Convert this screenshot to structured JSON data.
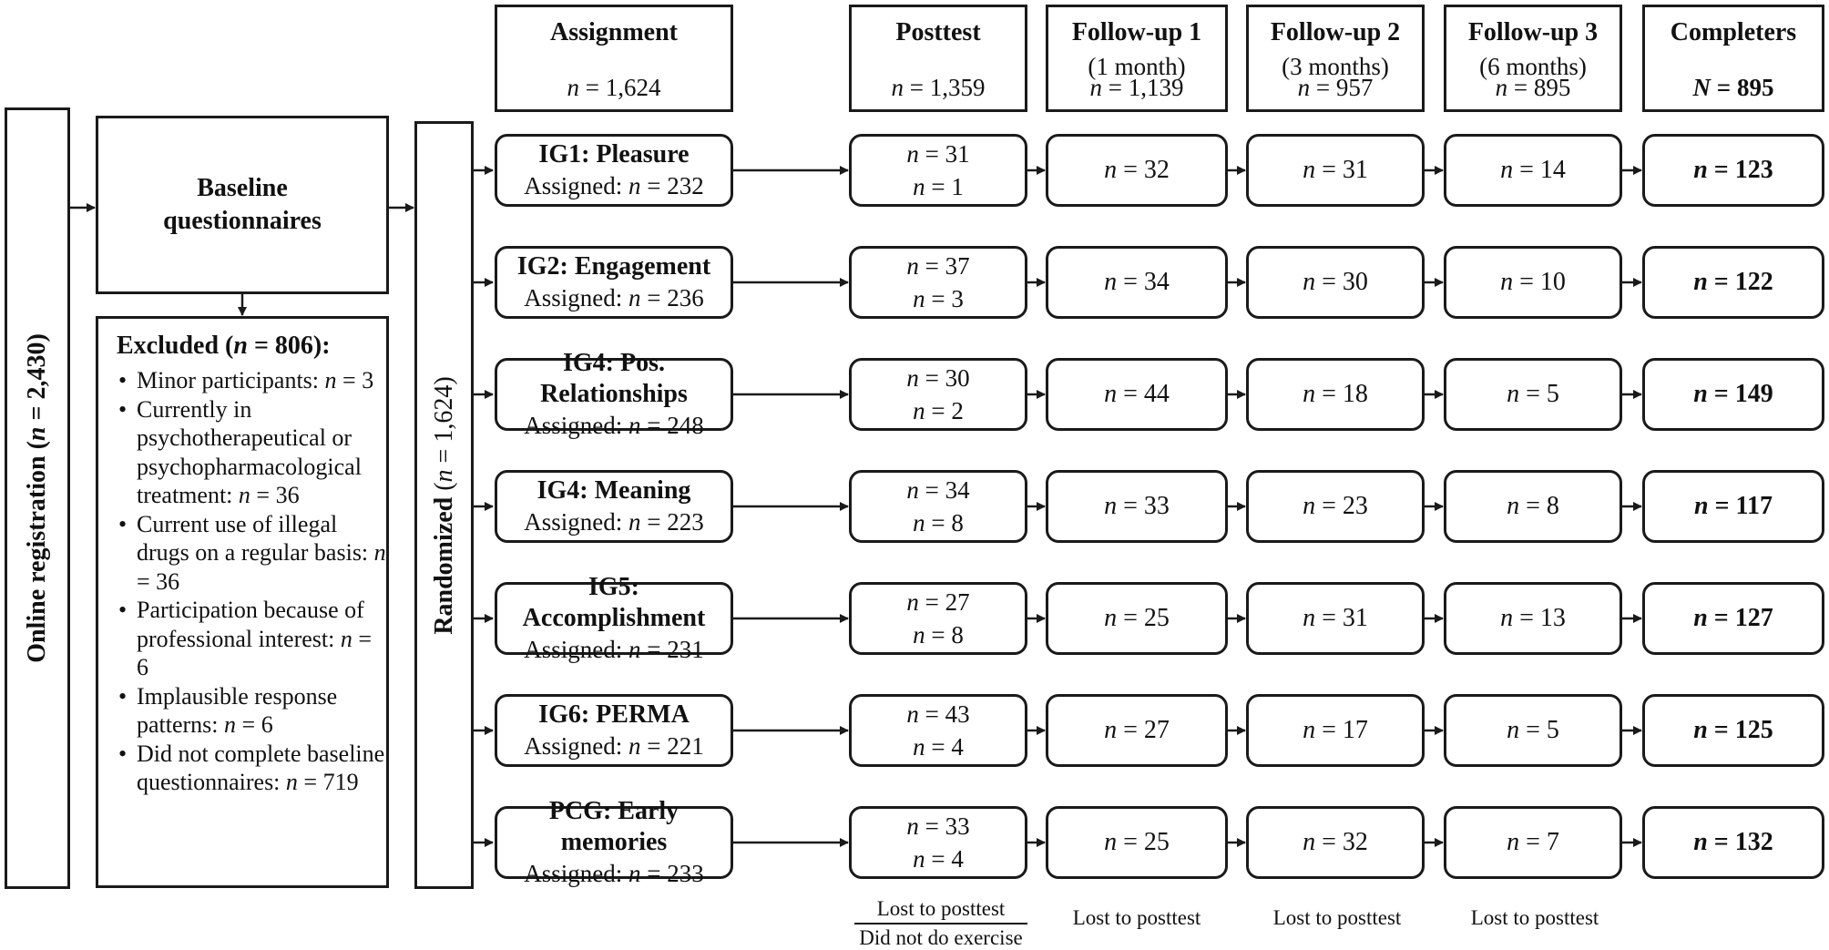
{
  "online_registration": {
    "label": "Online registration",
    "n": "2,430"
  },
  "baseline": {
    "label": "Baseline questionnaires"
  },
  "excluded": {
    "title_pre": "Excluded (",
    "n": "806",
    "title_post": "):",
    "items": [
      {
        "text": "Minor participants:",
        "n": "3"
      },
      {
        "text": "Currently in psychotherapeutical or psychopharmacological treatment:",
        "n": "36"
      },
      {
        "text": "Current use of illegal drugs on a regular basis:",
        "n": "36"
      },
      {
        "text": "Participation because of professional interest:",
        "n": "6"
      },
      {
        "text": "Implausible response patterns:",
        "n": "6"
      },
      {
        "text": "Did not complete baseline questionnaires:",
        "n": "719"
      }
    ]
  },
  "randomized": {
    "label": "Randomized",
    "n": "1,624"
  },
  "headers": [
    {
      "title": "Assignment",
      "sub": "",
      "n": "1,624"
    },
    {
      "title": "Posttest",
      "sub": "",
      "n": "1,359"
    },
    {
      "title": "Follow-up 1",
      "sub": "(1 month)",
      "n": "1,139"
    },
    {
      "title": "Follow-up 2",
      "sub": "(3 months)",
      "n": "957"
    },
    {
      "title": "Follow-up 3",
      "sub": "(6 months)",
      "n": "895"
    },
    {
      "title": "Completers",
      "sub": "",
      "n": "895"
    }
  ],
  "groups": [
    {
      "name": "IG1: Pleasure",
      "assigned": "232",
      "lost_posttest": "31",
      "no_exercise": "1",
      "fu1": "32",
      "fu2": "31",
      "fu3": "14",
      "completers": "123"
    },
    {
      "name": "IG2: Engagement",
      "assigned": "236",
      "lost_posttest": "37",
      "no_exercise": "3",
      "fu1": "34",
      "fu2": "30",
      "fu3": "10",
      "completers": "122"
    },
    {
      "name": "IG4: Pos. Relationships",
      "assigned": "248",
      "lost_posttest": "30",
      "no_exercise": "2",
      "fu1": "44",
      "fu2": "18",
      "fu3": "5",
      "completers": "149"
    },
    {
      "name": "IG4: Meaning",
      "assigned": "223",
      "lost_posttest": "34",
      "no_exercise": "8",
      "fu1": "33",
      "fu2": "23",
      "fu3": "8",
      "completers": "117"
    },
    {
      "name": "IG5: Accomplishment",
      "assigned": "231",
      "lost_posttest": "27",
      "no_exercise": "8",
      "fu1": "25",
      "fu2": "31",
      "fu3": "13",
      "completers": "127"
    },
    {
      "name": "IG6: PERMA",
      "assigned": "221",
      "lost_posttest": "43",
      "no_exercise": "4",
      "fu1": "27",
      "fu2": "17",
      "fu3": "5",
      "completers": "125"
    },
    {
      "name": "PCG: Early memories",
      "assigned": "233",
      "lost_posttest": "33",
      "no_exercise": "4",
      "fu1": "25",
      "fu2": "32",
      "fu3": "7",
      "completers": "132"
    }
  ],
  "labels": {
    "n_prefix": "n",
    "N_prefix": "N",
    "equals": " = ",
    "assigned_prefix": "Assigned: "
  },
  "footer": {
    "lost_to_posttest": "Lost to posttest",
    "did_not_do_exercise": "Did not do exercise"
  }
}
